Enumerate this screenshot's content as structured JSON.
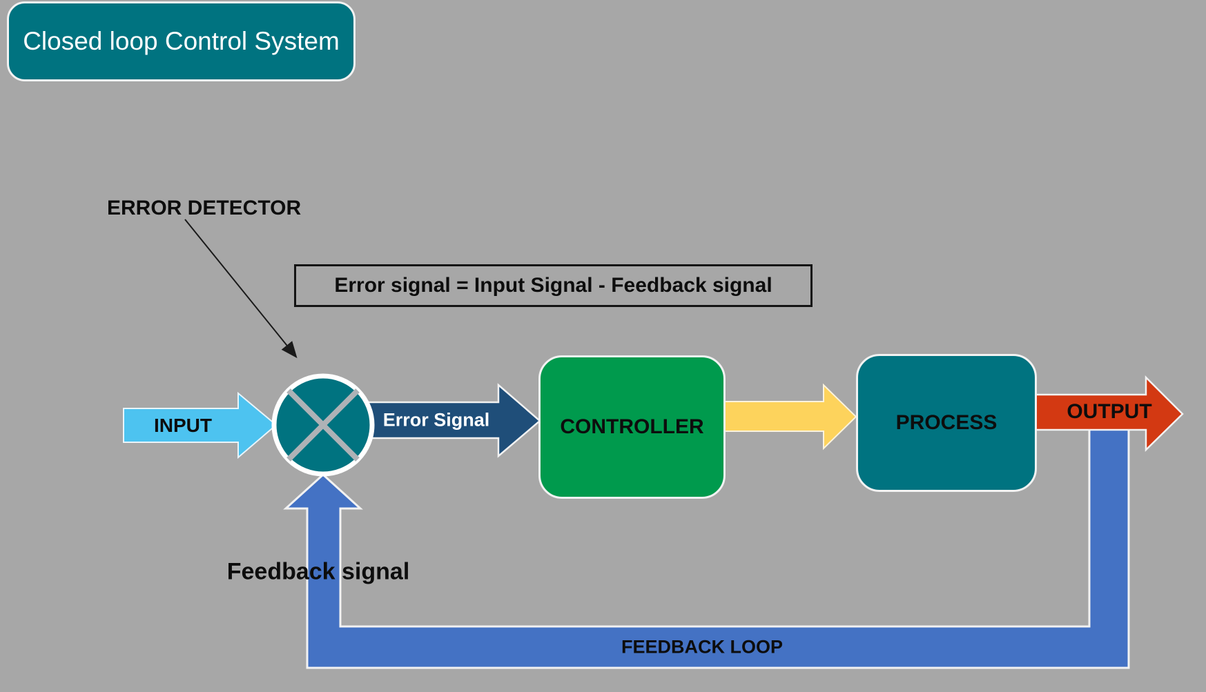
{
  "title": "Closed loop Control System",
  "blocks": {
    "controller": "CONTROLLER",
    "process": "PROCESS"
  },
  "signals": {
    "input": "INPUT",
    "error_signal": "Error Signal",
    "output": "OUTPUT",
    "feedback_signal": "Feedback signal",
    "feedback_loop": "FEEDBACK LOOP"
  },
  "annotations": {
    "error_detector": "ERROR DETECTOR",
    "formula": "Error signal = Input Signal - Feedback signal"
  },
  "colors": {
    "background": "#A7A7A7",
    "teal": "#007380",
    "green": "#009A4D",
    "input_arrow": "#4DC3F0",
    "error_arrow": "#1F4E79",
    "controller_to_process_arrow": "#FDD35C",
    "output_arrow": "#D33912",
    "feedback_loop": "#4472C4",
    "junction_cross": "#AEB2B6",
    "outline_white": "#F2F2F2",
    "annotation_black": "#1A1A1A"
  }
}
